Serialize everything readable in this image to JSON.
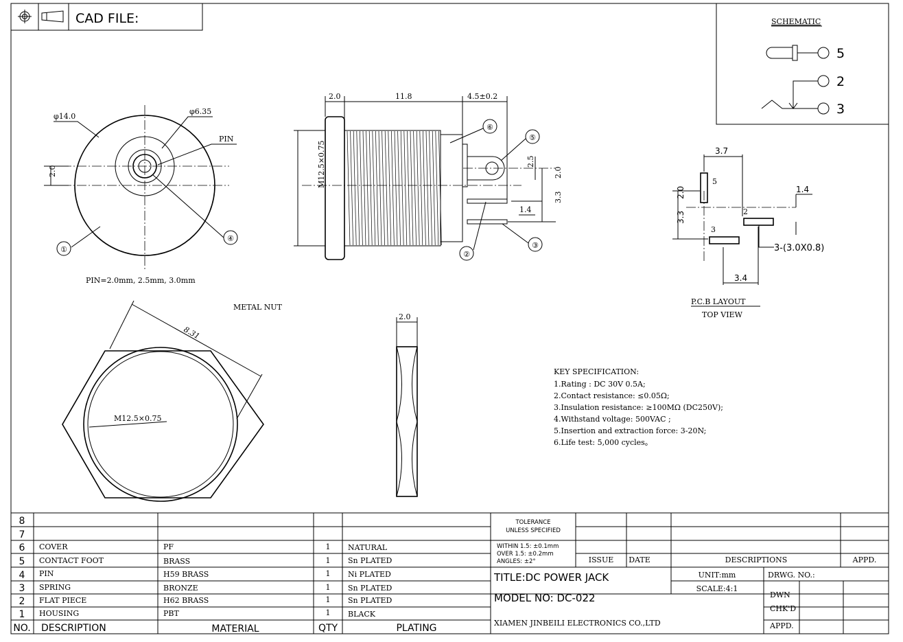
{
  "header": {
    "cad_file_label": "CAD FILE:",
    "projection_symbol": "third-angle-projection-icon"
  },
  "schematic": {
    "title": "SCHEMATIC",
    "pins": [
      "5",
      "2",
      "3"
    ]
  },
  "front_view": {
    "dia_outer": "φ14.0",
    "dia_inner": "φ6.35",
    "pin_label": "PIN",
    "offset": "2.0",
    "callout_1": "①",
    "callout_4": "④",
    "pin_note": "PIN=2.0mm, 2.5mm, 3.0mm"
  },
  "side_view": {
    "dim_a": "2.0",
    "dim_b": "11.8",
    "dim_c": "4.5±0.2",
    "thread": "M12.5×0.75",
    "dim_25": "2.5",
    "dim_20": "2.0",
    "dim_14": "1.4",
    "dim_33": "3.3",
    "callout_2": "②",
    "callout_3": "③",
    "callout_5": "⑤",
    "callout_6": "⑥"
  },
  "pcb_layout": {
    "dim_37": "3.7",
    "dim_20": "2.0",
    "dim_33": "3.3",
    "dim_14": "1.4",
    "dim_34": "3.4",
    "pad_5": "5",
    "pad_2": "2",
    "pad_3": "3",
    "pad_note": "3-(3.0X0.8)",
    "title": "P.C.B LAYOUT",
    "subtitle": "TOP VIEW"
  },
  "nut": {
    "title": "METAL NUT",
    "across_flats": "8.31",
    "thread": "M12.5×0.75",
    "thickness": "2.0"
  },
  "key_specification": {
    "title": "KEY SPECIFICATION:",
    "items": [
      "1.Rating : DC 30V 0.5A;",
      "2.Contact resistance: ≤0.05Ω;",
      "3.Insulation resistance: ≥100MΩ (DC250V);",
      "4.Withstand voltage: 500VAC ;",
      "5.Insertion and extraction force: 3-20N;",
      "6.Life test: 5,000 cycles。"
    ]
  },
  "bom": {
    "headers": [
      "NO.",
      "DESCRIPTION",
      "MATERIAL",
      "QTY",
      "PLATING"
    ],
    "rows": [
      {
        "no": "8",
        "desc": "",
        "material": "",
        "qty": "",
        "plating": ""
      },
      {
        "no": "7",
        "desc": "",
        "material": "",
        "qty": "",
        "plating": ""
      },
      {
        "no": "6",
        "desc": "COVER",
        "material": "PF",
        "qty": "1",
        "plating": "NATURAL"
      },
      {
        "no": "5",
        "desc": "CONTACT FOOT",
        "material": "BRASS",
        "qty": "1",
        "plating": "Sn PLATED"
      },
      {
        "no": "4",
        "desc": "PIN",
        "material": "H59 BRASS",
        "qty": "1",
        "plating": "Ni PLATED"
      },
      {
        "no": "3",
        "desc": "SPRING",
        "material": "BRONZE",
        "qty": "1",
        "plating": "Sn PLATED"
      },
      {
        "no": "2",
        "desc": "FLAT PIECE",
        "material": "H62 BRASS",
        "qty": "1",
        "plating": "Sn PLATED"
      },
      {
        "no": "1",
        "desc": "HOUSING",
        "material": "PBT",
        "qty": "1",
        "plating": "BLACK"
      }
    ]
  },
  "title_block": {
    "tolerance_1": "TOLERANCE",
    "tolerance_2": "UNLESS SPECIFIED",
    "within": "WITHIN 1.5: ±0.1mm",
    "over": "OVER 1.5: ±0.2mm",
    "angles": "ANGLES: ±2°",
    "issue": "ISSUE",
    "date": "DATE",
    "descriptions": "DESCRIPTIONS",
    "appd": "APPD.",
    "title": "TITLE:DC POWER JACK",
    "unit": "UNIT:mm",
    "drwg_no": "DRWG. NO.:",
    "model": "MODEL NO: DC-022",
    "scale": "SCALE:4:1",
    "dwn": "DWN",
    "chkd": "CHK'D",
    "appd2": "APPD.",
    "company": "XIAMEN JINBEILI ELECTRONICS CO.,LTD"
  }
}
